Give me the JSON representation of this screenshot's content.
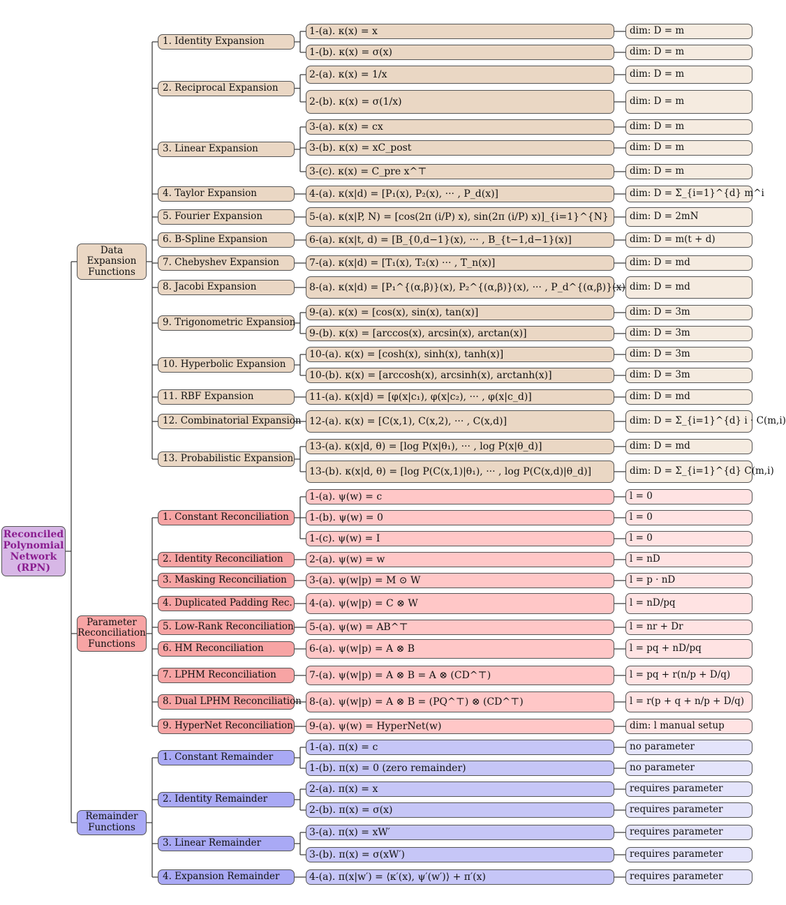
{
  "root": {
    "label": "Reconciled Polynomial Network (RPN)"
  },
  "categories": [
    {
      "key": "data",
      "label": "Data Expansion Functions",
      "methods": [
        {
          "label": "1. Identity Expansion",
          "formulas": [
            {
              "f": "1-(a). κ(x) = x",
              "dim": "dim: D = m"
            },
            {
              "f": "1-(b). κ(x) = σ(x)",
              "dim": "dim: D = m"
            }
          ]
        },
        {
          "label": "2. Reciprocal Expansion",
          "formulas": [
            {
              "f": "2-(a). κ(x) = 1/x",
              "dim": "dim: D = m"
            },
            {
              "f": "2-(b). κ(x) = σ(1/x)",
              "dim": "dim: D = m"
            }
          ]
        },
        {
          "label": "3. Linear Expansion",
          "formulas": [
            {
              "f": "3-(a). κ(x) = cx",
              "dim": "dim: D = m"
            },
            {
              "f": "3-(b). κ(x) = xC_post",
              "dim": "dim: D = m"
            },
            {
              "f": "3-(c). κ(x) = C_pre x^⊤",
              "dim": "dim: D = m"
            }
          ]
        },
        {
          "label": "4. Taylor Expansion",
          "formulas": [
            {
              "f": "4-(a). κ(x|d) = [P₁(x), P₂(x), ··· , P_d(x)]",
              "dim": "dim: D = Σ_{i=1}^{d} m^i"
            }
          ]
        },
        {
          "label": "5. Fourier Expansion",
          "formulas": [
            {
              "f": "5-(a). κ(x|P, N) = [cos(2π (i/P) x), sin(2π (i/P) x)]_{i=1}^{N}",
              "dim": "dim: D = 2mN"
            }
          ]
        },
        {
          "label": "6. B-Spline Expansion",
          "formulas": [
            {
              "f": "6-(a). κ(x|t, d) = [B_{0,d−1}(x), ··· , B_{t−1,d−1}(x)]",
              "dim": "dim: D = m(t + d)"
            }
          ]
        },
        {
          "label": "7. Chebyshev Expansion",
          "formulas": [
            {
              "f": "7-(a). κ(x|d) = [T₁(x), T₂(x) ··· , T_n(x)]",
              "dim": "dim: D = md"
            }
          ]
        },
        {
          "label": "8. Jacobi Expansion",
          "formulas": [
            {
              "f": "8-(a). κ(x|d) = [P₁^{(α,β)}(x), P₂^{(α,β)}(x), ··· , P_d^{(α,β)}(x)]",
              "dim": "dim: D = md"
            }
          ]
        },
        {
          "label": "9. Trigonometric Expansion",
          "formulas": [
            {
              "f": "9-(a). κ(x) = [cos(x), sin(x), tan(x)]",
              "dim": "dim: D = 3m"
            },
            {
              "f": "9-(b). κ(x) = [arccos(x), arcsin(x), arctan(x)]",
              "dim": "dim: D = 3m"
            }
          ]
        },
        {
          "label": "10. Hyperbolic Expansion",
          "formulas": [
            {
              "f": "10-(a). κ(x) = [cosh(x), sinh(x), tanh(x)]",
              "dim": "dim: D = 3m"
            },
            {
              "f": "10-(b). κ(x) = [arccosh(x), arcsinh(x), arctanh(x)]",
              "dim": "dim: D = 3m"
            }
          ]
        },
        {
          "label": "11. RBF Expansion",
          "formulas": [
            {
              "f": "11-(a). κ(x|d) = [φ(x|c₁), φ(x|c₂), ··· , φ(x|c_d)]",
              "dim": "dim: D = md"
            }
          ]
        },
        {
          "label": "12. Combinatorial Expansion",
          "formulas": [
            {
              "f": "12-(a). κ(x) = [C(x,1), C(x,2), ··· , C(x,d)]",
              "dim": "dim: D = Σ_{i=1}^{d} i · C(m,i)"
            }
          ]
        },
        {
          "label": "13. Probabilistic Expansion",
          "formulas": [
            {
              "f": "13-(a). κ(x|d, θ) = [log P(x|θ₁), ··· , log P(x|θ_d)]",
              "dim": "dim: D = md"
            },
            {
              "f": "13-(b). κ(x|d, θ) = [log P(C(x,1)|θ₁), ··· , log P(C(x,d)|θ_d)]",
              "dim": "dim: D = Σ_{i=1}^{d} C(m,i)"
            }
          ]
        }
      ]
    },
    {
      "key": "param",
      "label": "Parameter Reconciliation Functions",
      "methods": [
        {
          "label": "1. Constant Reconciliation",
          "formulas": [
            {
              "f": "1-(a). ψ(w) = c",
              "dim": "l = 0"
            },
            {
              "f": "1-(b). ψ(w) = 0",
              "dim": "l = 0"
            },
            {
              "f": "1-(c). ψ(w) = I",
              "dim": "l = 0"
            }
          ]
        },
        {
          "label": "2. Identity Reconciliation",
          "formulas": [
            {
              "f": "2-(a). ψ(w) = w",
              "dim": "l = nD"
            }
          ]
        },
        {
          "label": "3. Masking Reconciliation",
          "formulas": [
            {
              "f": "3-(a). ψ(w|p) = M ⊙ W",
              "dim": "l = p · nD"
            }
          ]
        },
        {
          "label": "4. Duplicated Padding Rec.",
          "formulas": [
            {
              "f": "4-(a). ψ(w|p) = C ⊗ W",
              "dim": "l = nD/pq"
            }
          ]
        },
        {
          "label": "5. Low-Rank Reconciliation",
          "formulas": [
            {
              "f": "5-(a). ψ(w) = AB^⊤",
              "dim": "l = nr + Dr"
            }
          ]
        },
        {
          "label": "6. HM Reconciliation",
          "formulas": [
            {
              "f": "6-(a). ψ(w|p) = A ⊗ B",
              "dim": "l = pq + nD/pq"
            }
          ]
        },
        {
          "label": "7. LPHM Reconciliation",
          "formulas": [
            {
              "f": "7-(a). ψ(w|p) = A ⊗ B = A ⊗ (CD^⊤)",
              "dim": "l = pq + r(n/p + D/q)"
            }
          ]
        },
        {
          "label": "8. Dual LPHM Reconciliation",
          "formulas": [
            {
              "f": "8-(a). ψ(w|p) = A ⊗ B = (PQ^⊤) ⊗ (CD^⊤)",
              "dim": "l = r(p + q + n/p + D/q)"
            }
          ]
        },
        {
          "label": "9. HyperNet Reconciliation",
          "formulas": [
            {
              "f": "9-(a). ψ(w) = HyperNet(w)",
              "dim": "dim: l manual setup"
            }
          ]
        }
      ]
    },
    {
      "key": "rem",
      "label": "Remainder Functions",
      "methods": [
        {
          "label": "1. Constant Remainder",
          "formulas": [
            {
              "f": "1-(a). π(x) = c",
              "dim": "no parameter"
            },
            {
              "f": "1-(b). π(x) = 0 (zero remainder)",
              "dim": "no parameter"
            }
          ]
        },
        {
          "label": "2. Identity Remainder",
          "formulas": [
            {
              "f": "2-(a). π(x) = x",
              "dim": "requires parameter"
            },
            {
              "f": "2-(b). π(x) = σ(x)",
              "dim": "requires parameter"
            }
          ]
        },
        {
          "label": "3. Linear Remainder",
          "formulas": [
            {
              "f": "3-(a). π(x) = xW′",
              "dim": "requires parameter"
            },
            {
              "f": "3-(b). π(x) = σ(xW′)",
              "dim": "requires parameter"
            }
          ]
        },
        {
          "label": "4. Expansion Remainder",
          "formulas": [
            {
              "f": "4-(a). π(x|w′) = ⟨κ′(x), ψ′(w′)⟩ + π′(x)",
              "dim": "requires parameter"
            }
          ]
        }
      ]
    }
  ]
}
